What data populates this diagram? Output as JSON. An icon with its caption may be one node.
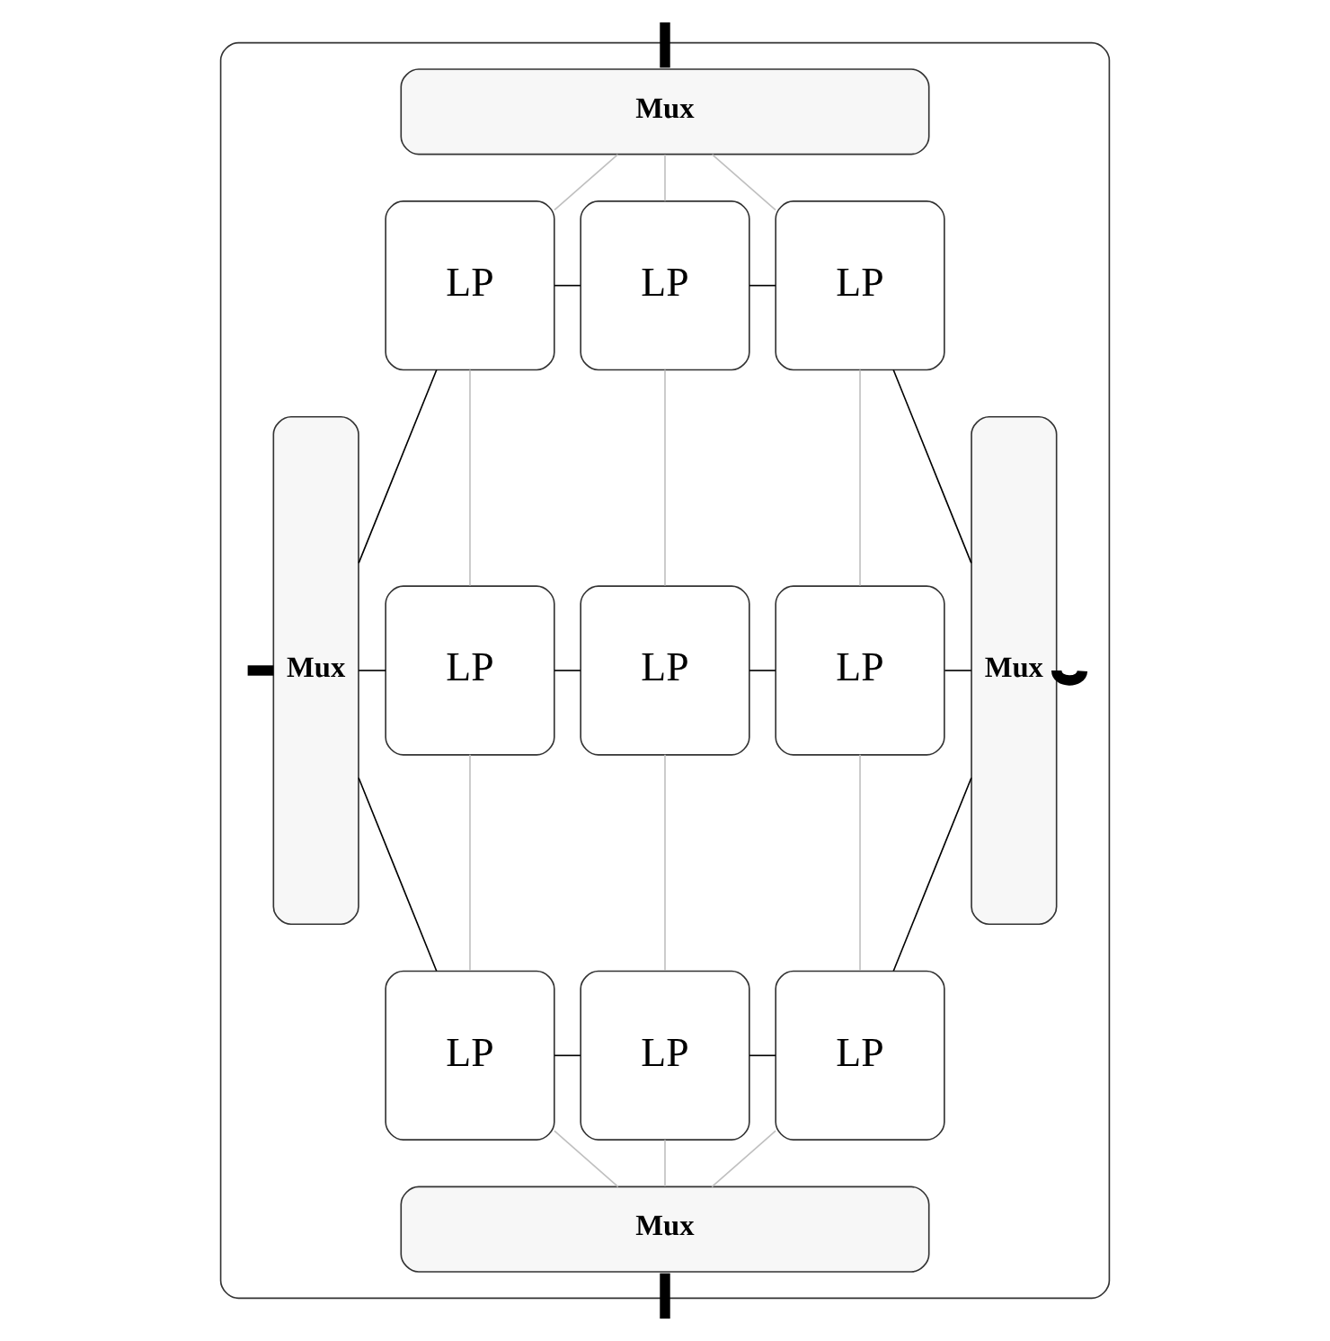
{
  "diagram": {
    "nodes": [
      {
        "text": [],
        "shape": "box"
      },
      {
        "text": [
          "Mux"
        ],
        "in": 0
      },
      {
        "text": [
          "Mux"
        ],
        "in": 0
      },
      {
        "text": [
          "Mux"
        ],
        "in": 0
      },
      {
        "text": [
          "LP"
        ],
        "in": 0
      },
      {
        "text": [
          "LP"
        ],
        "in": 0
      },
      {
        "text": [
          "LP"
        ],
        "in": 0
      },
      {
        "text": [
          "LP"
        ],
        "in": 0
      },
      {
        "text": [
          "LP"
        ],
        "in": 0
      },
      {
        "text": [
          "LP"
        ],
        "in": 0
      },
      {
        "text": [
          "LP"
        ],
        "in": 0
      },
      {
        "text": [
          "LP"
        ],
        "in": 0
      },
      {
        "text": [
          "LP"
        ],
        "in": 0
      },
      {
        "text": [
          "Mux"
        ],
        "in": 0
      }
    ],
    "edges": [
      {
        "from": null,
        "to": 1,
        "arrow": "none",
        "style": "thick"
      },
      {
        "from": null,
        "to": 2,
        "arrow": "none",
        "style": "thick"
      },
      {
        "from": null,
        "to": 3,
        "arrow": "none",
        "style": "thick"
      },
      {
        "from": null,
        "to": 13,
        "arrow": "none",
        "style": "thick"
      },
      {
        "from": 2,
        "to": 4,
        "arrow": "none"
      },
      {
        "from": 4,
        "to": 5,
        "arrow": "none"
      },
      {
        "from": 5,
        "to": 6,
        "arrow": "none"
      },
      {
        "from": 6,
        "to": 3,
        "arrow": "none"
      },
      {
        "from": 2,
        "to": 7,
        "arrow": "none"
      },
      {
        "from": 7,
        "to": 8,
        "arrow": "none"
      },
      {
        "from": 8,
        "to": 9,
        "arrow": "none"
      },
      {
        "from": 9,
        "to": 3,
        "arrow": "none"
      },
      {
        "from": 2,
        "to": 10,
        "arrow": "none"
      },
      {
        "from": 10,
        "to": 11,
        "arrow": "none"
      },
      {
        "from": 11,
        "to": 12,
        "arrow": "none"
      },
      {
        "from": 12,
        "to": 3,
        "arrow": "none"
      },
      {
        "from": 1,
        "to": 4,
        "arrow": "none",
        "color": "#c0c0c0"
      },
      {
        "from": 4,
        "to": 7,
        "arrow": "none",
        "color": "#c0c0c0"
      },
      {
        "from": 7,
        "to": 10,
        "arrow": "none",
        "color": "#c0c0c0"
      },
      {
        "from": 10,
        "to": 13,
        "arrow": "none",
        "color": "#c0c0c0"
      },
      {
        "from": 1,
        "to": 5,
        "arrow": "none",
        "color": "#c0c0c0"
      },
      {
        "from": 5,
        "to": 8,
        "arrow": "none",
        "color": "#c0c0c0"
      },
      {
        "from": 8,
        "to": 11,
        "arrow": "none",
        "color": "#c0c0c0"
      },
      {
        "from": 11,
        "to": 13,
        "arrow": "none",
        "color": "#c0c0c0"
      },
      {
        "from": 1,
        "to": 6,
        "arrow": "none",
        "color": "#c0c0c0"
      },
      {
        "from": 6,
        "to": 9,
        "arrow": "none",
        "color": "#c0c0c0"
      },
      {
        "from": 9,
        "to": 12,
        "arrow": "none",
        "color": "#c0c0c0"
      },
      {
        "from": 12,
        "to": 13,
        "arrow": "none",
        "color": "#c0c0c0"
      }
    ]
  }
}
